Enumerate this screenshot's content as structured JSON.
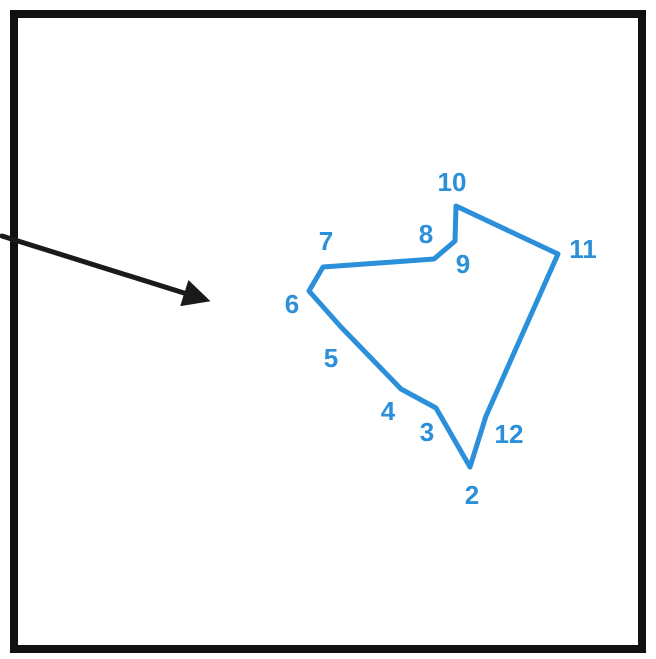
{
  "colors": {
    "outline": "#2b8fd9",
    "labels": "#2b8fd9",
    "arrow": "#1a1a1a",
    "frame": "#111111"
  },
  "diagram": {
    "point_labels": [
      "2",
      "3",
      "4",
      "5",
      "6",
      "7",
      "8",
      "9",
      "10",
      "11",
      "12"
    ]
  }
}
